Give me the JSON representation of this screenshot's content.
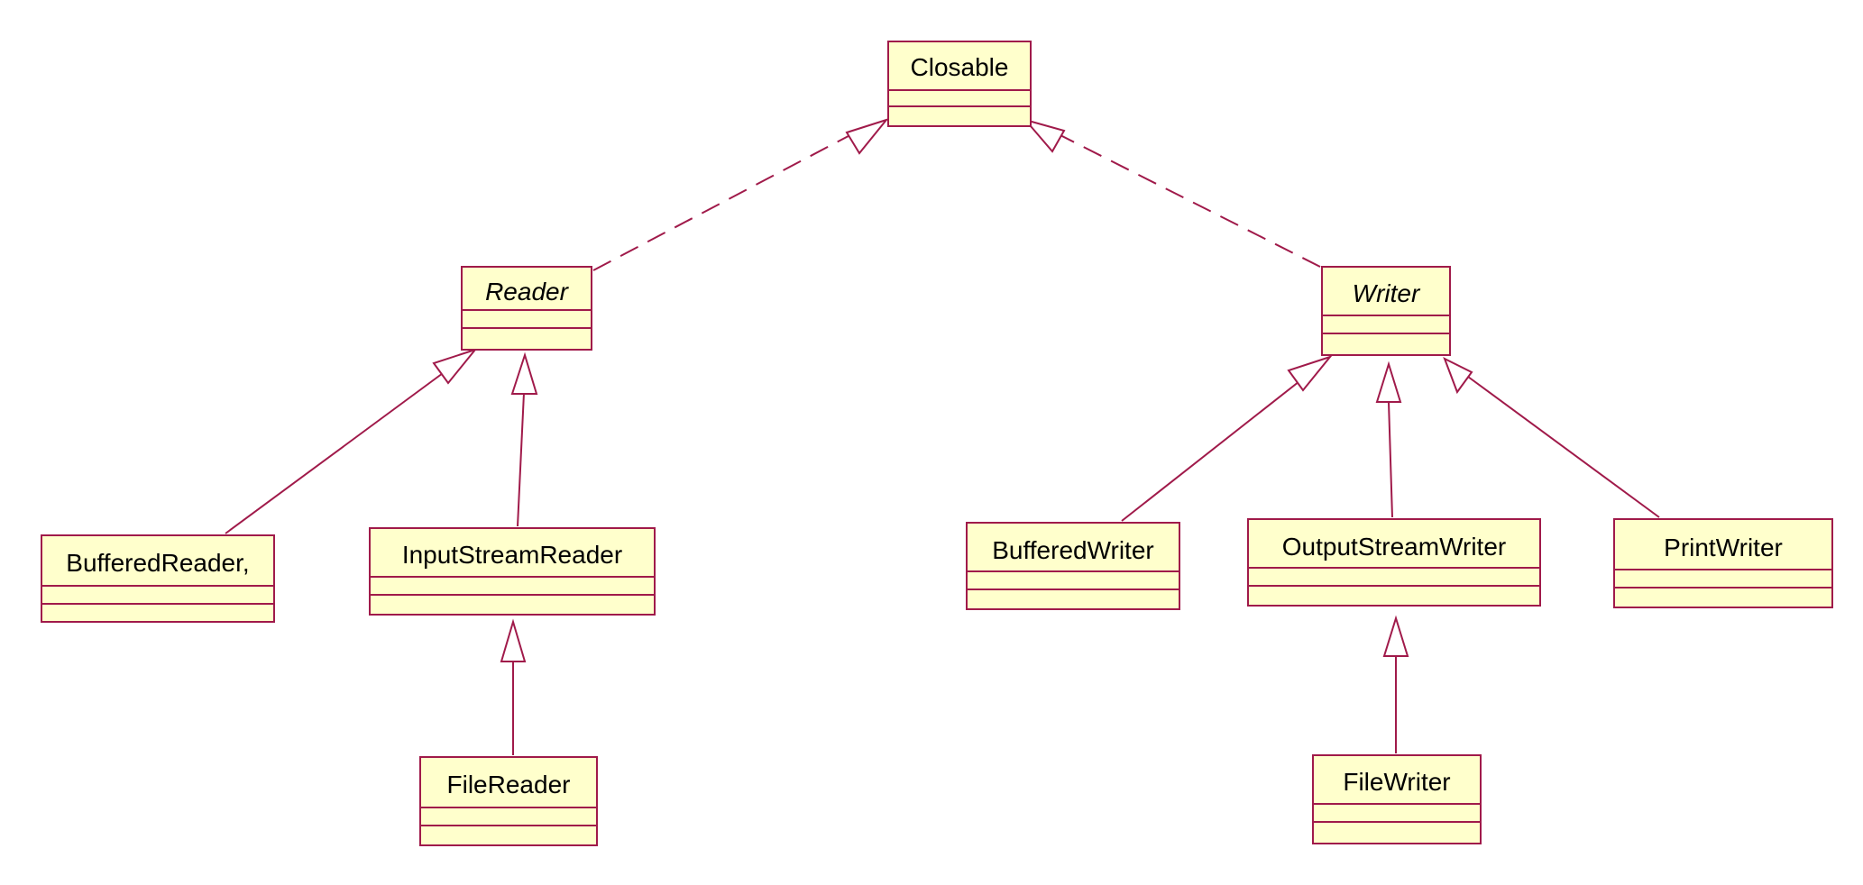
{
  "diagram": {
    "type": "uml-class-diagram",
    "colors": {
      "box_fill": "#ffffcc",
      "line": "#a01a4a",
      "text": "#000000"
    },
    "classes": {
      "closable": {
        "name": "Closable",
        "abstract": false
      },
      "reader": {
        "name": "Reader",
        "abstract": true
      },
      "writer": {
        "name": "Writer",
        "abstract": true
      },
      "buffered_reader": {
        "name": "BufferedReader,",
        "abstract": false
      },
      "input_stream_reader": {
        "name": "InputStreamReader",
        "abstract": false
      },
      "file_reader": {
        "name": "FileReader",
        "abstract": false
      },
      "buffered_writer": {
        "name": "BufferedWriter",
        "abstract": false
      },
      "output_stream_writer": {
        "name": "OutputStreamWriter",
        "abstract": false
      },
      "print_writer": {
        "name": "PrintWriter",
        "abstract": false
      },
      "file_writer": {
        "name": "FileWriter",
        "abstract": false
      }
    },
    "relations": [
      {
        "from": "reader",
        "to": "closable",
        "kind": "realization"
      },
      {
        "from": "writer",
        "to": "closable",
        "kind": "realization"
      },
      {
        "from": "buffered_reader",
        "to": "reader",
        "kind": "generalization"
      },
      {
        "from": "input_stream_reader",
        "to": "reader",
        "kind": "generalization"
      },
      {
        "from": "file_reader",
        "to": "input_stream_reader",
        "kind": "generalization"
      },
      {
        "from": "buffered_writer",
        "to": "writer",
        "kind": "generalization"
      },
      {
        "from": "output_stream_writer",
        "to": "writer",
        "kind": "generalization"
      },
      {
        "from": "print_writer",
        "to": "writer",
        "kind": "generalization"
      },
      {
        "from": "file_writer",
        "to": "output_stream_writer",
        "kind": "generalization"
      }
    ]
  }
}
